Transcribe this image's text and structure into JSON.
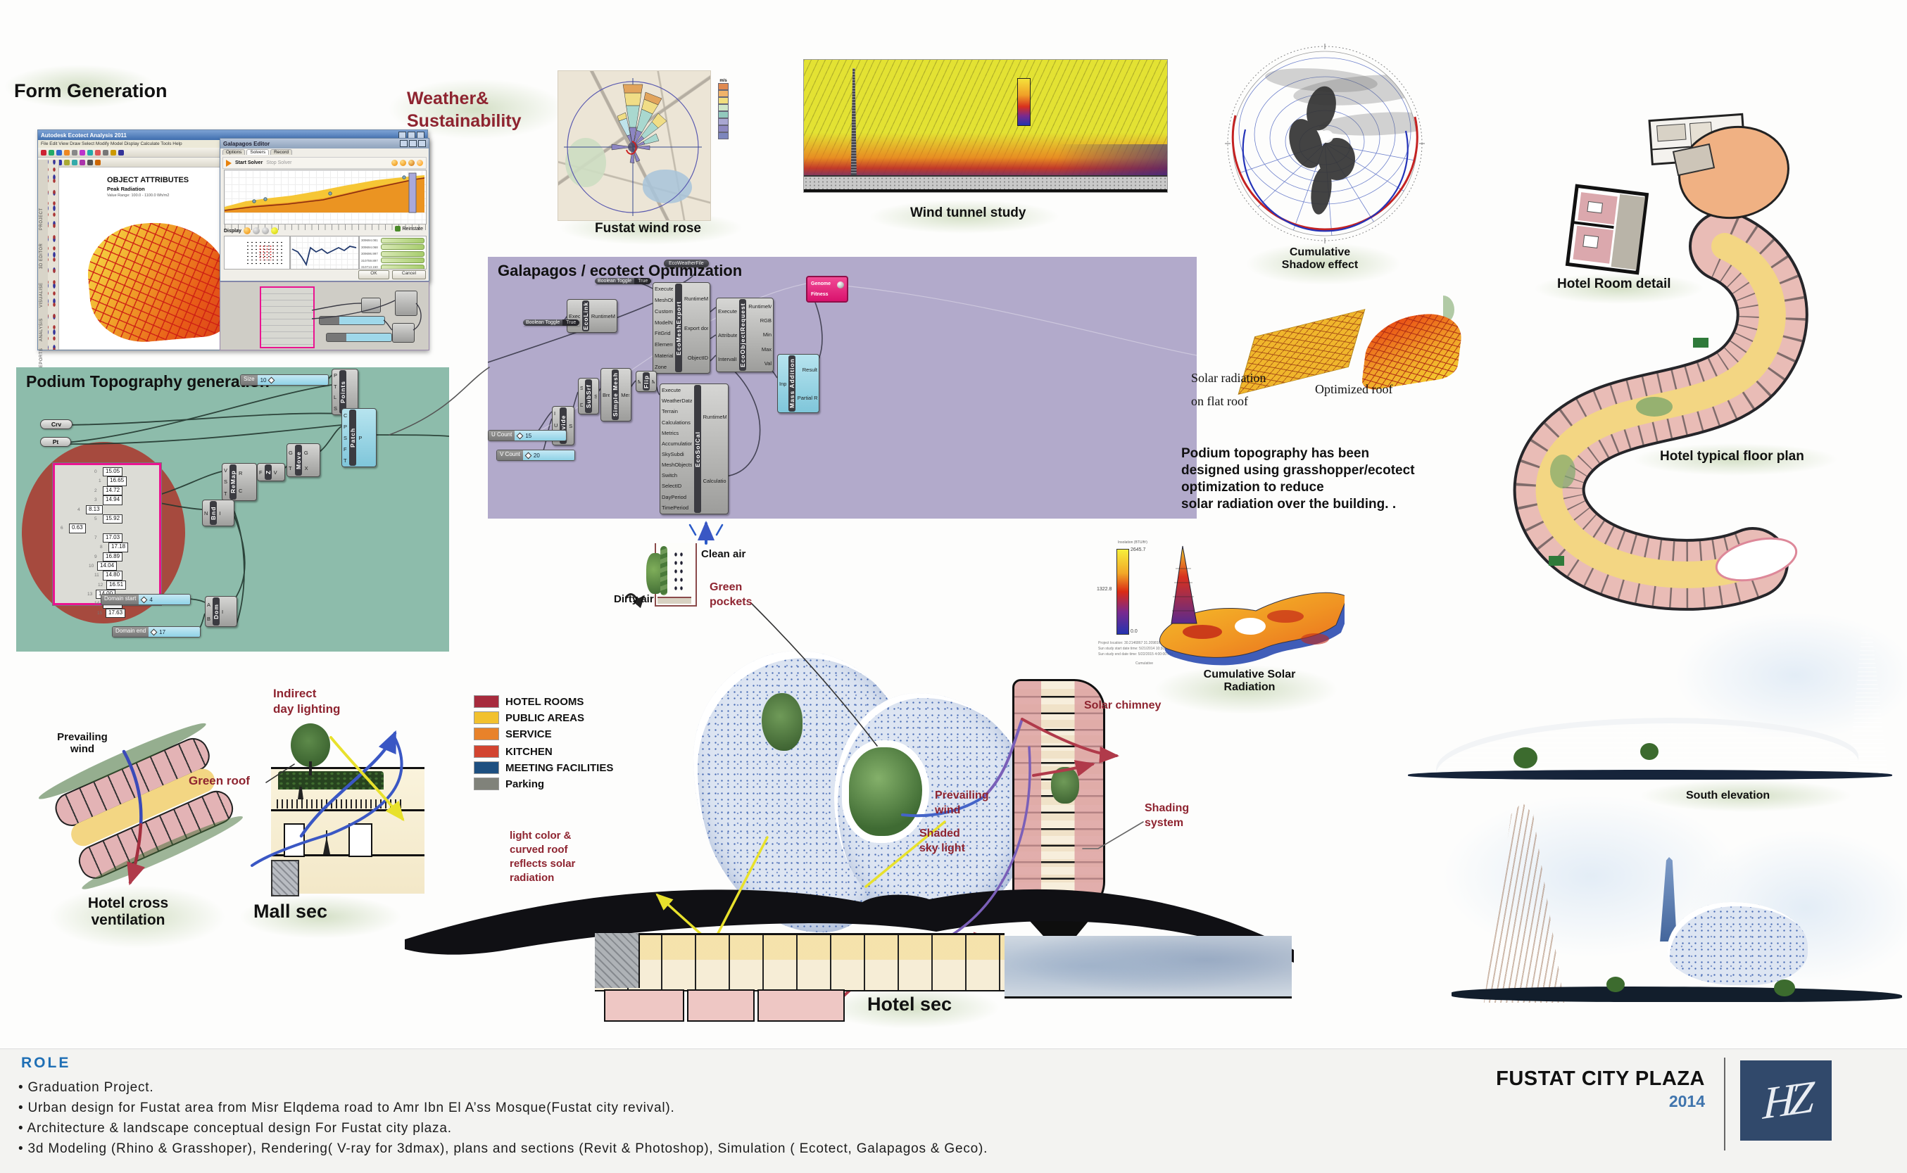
{
  "labels": {
    "form_generation": "Form Generation",
    "weather_line1": "Weather&",
    "weather_line2": "Sustainability",
    "fustat_wind_rose": "Fustat wind rose",
    "wind_tunnel": "Wind tunnel study",
    "shadow_line1": "Cumulative",
    "shadow_line2": "Shadow effect",
    "hotel_room_detail": "Hotel Room detail",
    "hotel_floor_plan": "Hotel typical floor plan",
    "south_elevation": "South elevation",
    "solar_rad_line1": "Cumulative Solar",
    "solar_rad_line2": "Radiation",
    "mall_sec": "Mall sec",
    "hotel_sec": "Hotel sec",
    "hotel_cross_line1": "Hotel cross",
    "hotel_cross_line2": "ventilation",
    "solar_flat_line1": "Solar radiation",
    "solar_flat_line2": "on flat roof",
    "optimized_roof": "Optimized roof"
  },
  "annotations": {
    "indirect_line1": "Indirect",
    "indirect_line2": "day lighting",
    "green_roof": "Green roof",
    "prevailing_left_line1": "Prevailing",
    "prevailing_left_line2": "wind",
    "clean_air": "Clean air",
    "dirty_air": "Dirty air",
    "green_pockets_line1": "Green",
    "green_pockets_line2": "pockets",
    "solar_chimney": "Solar chimney",
    "prevailing_center_line1": "Prevailing",
    "prevailing_center_line2": "wind",
    "shaded_line1": "Shaded",
    "shaded_line2": "sky light",
    "shading_line1": "Shading",
    "shading_line2": "system",
    "light_roof_lines": [
      "light color &",
      "curved roof",
      "reflects solar",
      "radiation"
    ]
  },
  "podium_note_lines": [
    "Podium topography has been",
    "designed using grasshopper/ecotect",
    " optimization to reduce",
    "solar radiation over the building. ."
  ],
  "legend": {
    "items": [
      {
        "label": "HOTEL ROOMS",
        "color": "#a72b3d"
      },
      {
        "label": "PUBLIC AREAS",
        "color": "#f2c12e"
      },
      {
        "label": "SERVICE",
        "color": "#e8822a"
      },
      {
        "label": "KITCHEN",
        "color": "#d24430"
      },
      {
        "label": "MEETING FACILITIES",
        "color": "#1d4f80"
      },
      {
        "label": "Parking",
        "color": "#80827a"
      }
    ]
  },
  "ecotect": {
    "window_title": "Autodesk Ecotect Analysis 2011",
    "menu": "File  Edit  View  Draw  Select  Modify  Model  Display  Calculate  Tools  Help",
    "heading": "OBJECT ATTRIBUTES",
    "subheading": "Peak Radiation",
    "range_line": "Value Range: 100.0 - 1100.0 Wh/m2",
    "sidebar_tabs": [
      "PROJECT",
      "3D EDITOR",
      "VISUALISE",
      "ANALYSIS",
      "REPORTS"
    ]
  },
  "galapagos_editor": {
    "window_title": "Galapagos Editor",
    "tabs": [
      "Options",
      "Solvers",
      "Record"
    ],
    "start_solver": "Start Solver",
    "stop_solver": "Stop Solver",
    "display_label": "Display",
    "reinstate": "Reinstate",
    "ok": "OK",
    "cancel": "Cancel",
    "fitness_values": [
      "309694.081",
      "309694.068",
      "309696.997",
      "310759.897",
      "310713.150",
      "310714.998"
    ]
  },
  "gh_purple": {
    "header": "Galapagos / ecotect Optimization",
    "eco_weather_file": "EcoWeatherFile",
    "toggle1_label": "Boolean Toggle",
    "toggle1_value": "True",
    "toggle2_label": "Boolean Toggle",
    "toggle2_value": "True",
    "galapagos_ports": [
      "Genome",
      "Fitness"
    ],
    "eco_link": {
      "title": "EcoLink",
      "in": [
        "Execute"
      ],
      "out": [
        "RuntimeMessage"
      ]
    },
    "eco_mesh_export": {
      "title": "EcoMeshExport",
      "in": [
        "Execute",
        "MeshObject",
        "CustomScale",
        "ModelNew",
        "FitGrid",
        "ElementType",
        "Material",
        "Zone"
      ],
      "out": [
        "RuntimeMessage",
        "Export done",
        "ObjectID"
      ]
    },
    "eco_object_request": {
      "title": "EcoObjectRequest",
      "in": [
        "Execute",
        "AttributeIndex",
        "IntervalIndices"
      ],
      "out": [
        "RuntimeMessage",
        "RGB",
        "Min",
        "Max",
        "Val"
      ]
    },
    "eco_sol_cal": {
      "title": "EcoSolCal",
      "in": [
        "Execute",
        "WeatherData/Location",
        "Terrain",
        "Calculations",
        "Metrics",
        "Accumulations",
        "SkySubdi",
        "MeshObjects",
        "Switch",
        "SelectID",
        "DayPeriod",
        "TimePeriod"
      ],
      "out": [
        "RuntimeMessage",
        "Calculation done"
      ]
    },
    "mass_addition": {
      "title": "Mass Addition",
      "in": [
        "Input"
      ],
      "out": [
        "Result",
        "Partial Results"
      ]
    },
    "divide": {
      "title": "Divide",
      "in": [
        "I",
        "U",
        "V"
      ],
      "out": [
        "S"
      ]
    },
    "subsrf": {
      "title": "SubSrf",
      "in": [
        "S",
        "D"
      ],
      "out": [
        "S"
      ]
    },
    "simple_mesh": {
      "title": "Simple Mesh",
      "in": [
        "Brep"
      ],
      "out": [
        "Mesh"
      ]
    },
    "flip": {
      "title": "Flip",
      "in": [
        "M"
      ],
      "out": [
        "M"
      ]
    },
    "u_count_label": "U Count",
    "u_count_value": "15",
    "v_count_label": "V Count",
    "v_count_value": "20"
  },
  "gh_teal": {
    "header": "Podium Topography generation",
    "size_label": "Size",
    "size_value": "10",
    "crv": "Crv",
    "pt": "Pt",
    "points": {
      "title": "Points",
      "in": [
        "P",
        "T",
        "L",
        "S"
      ]
    },
    "patch": {
      "title": "Patch",
      "in": [
        "C",
        "P",
        "S",
        "F",
        "T"
      ],
      "out": [
        "P"
      ]
    },
    "move": {
      "title": "Move",
      "in": [
        "G",
        "T"
      ],
      "out": [
        "G",
        "X"
      ]
    },
    "remap": {
      "title": "ReMap",
      "in": [
        "V",
        "S",
        "T"
      ],
      "out": [
        "R",
        "C"
      ]
    },
    "z_node": {
      "title": "Z",
      "in": [
        "F"
      ],
      "out": [
        "V"
      ]
    },
    "bnd": {
      "title": "Bnd",
      "in": [
        "N"
      ],
      "out": [
        "I"
      ]
    },
    "dom": {
      "title": "Dom",
      "in": [
        "A",
        "B"
      ],
      "out": [
        "I"
      ]
    },
    "domain_start_label": "Domain start",
    "domain_start_value": "4",
    "domain_end_label": "Domain end",
    "domain_end_value": "17",
    "panel_values": [
      "15.05",
      "16.65",
      "14.72",
      "14.94",
      "8.13",
      "15.92",
      "0.63",
      "17.03",
      "17.18",
      "16.89",
      "14.04",
      "14.80",
      "16.51",
      "14.00",
      "15.82",
      "17.63"
    ]
  },
  "solar_scale": {
    "title": "Insolation (BTU/ft²)",
    "max": "2645.7",
    "mid": "1322.8",
    "min": "0.0",
    "info_lines": [
      "Project location: 30.2146867 31.2098162",
      "Sun study start date time: 5/21/2014 10:30:00 AM",
      "Sun study end date time: 5/22/2015 4:00:00 PM"
    ],
    "cumulative": "Cumulative"
  },
  "wind_rose_legend_title": "m/s",
  "footer": {
    "role_heading": "ROLE",
    "bullets": [
      "• Graduation Project.",
      "• Urban design for Fustat area from Misr Elqdema road to Amr Ibn El A’ss Mosque(Fustat city revival).",
      "• Architecture & landscape conceptual design For Fustat city plaza.",
      "• 3d Modeling (Rhino & Grasshoper), Rendering( V-ray for 3dmax), plans and sections (Revit & Photoshop), Simulation ( Ecotect, Galapagos & Geco)."
    ],
    "project_title": "FUSTAT CITY PLAZA",
    "year": "2014",
    "logo_monogram": "HZ"
  }
}
